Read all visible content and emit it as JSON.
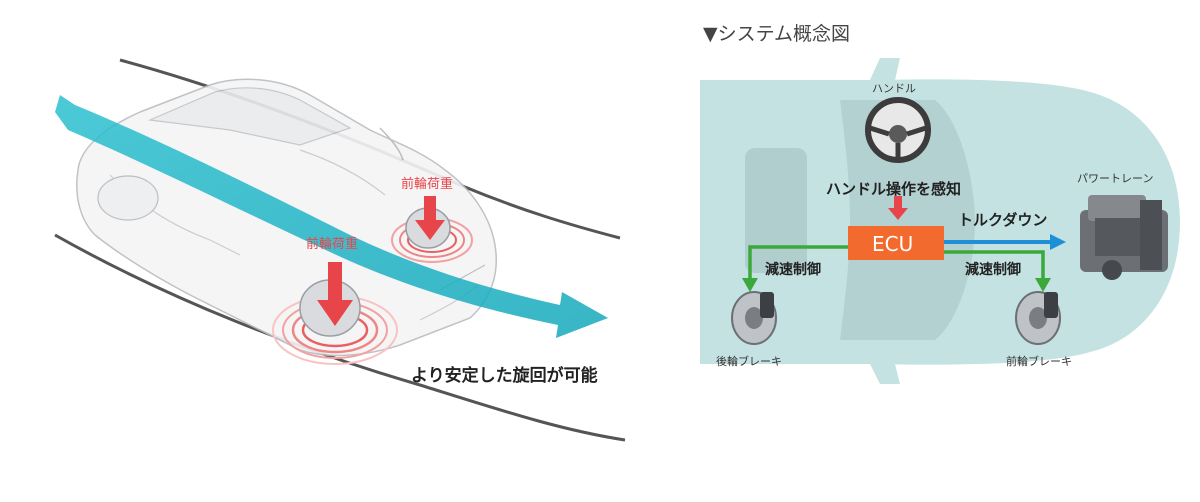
{
  "left_panel": {
    "load_label_rear_top": "前輪荷重",
    "load_label_front_bottom": "前輪荷重",
    "caption": "より安定した旋回が可能"
  },
  "right_panel": {
    "title": "▼システム概念図",
    "steering_label": "ハンドル",
    "steering_input_label": "ハンドル操作を感知",
    "ecu_label": "ECU",
    "torque_down_label": "トルクダウン",
    "powertrain_label": "パワートレーン",
    "brake_control_left": "減速制御",
    "brake_control_right": "減速制御",
    "rear_brake_label": "後輪ブレーキ",
    "front_brake_label": "前輪ブレーキ"
  },
  "colors": {
    "load_red": "#e8454a",
    "path_cyan": "#1fb5c7",
    "ecu_orange": "#f26a2e",
    "control_green": "#3aa83a",
    "torque_blue": "#1f8fd6",
    "car_body_teal": "#c4e2e2"
  }
}
